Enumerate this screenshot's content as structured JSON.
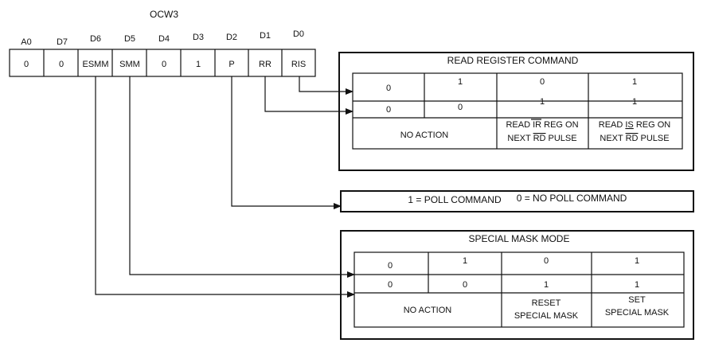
{
  "title": "OCW3",
  "register": {
    "headers": [
      "A0",
      "D7",
      "D6",
      "D5",
      "D4",
      "D3",
      "D2",
      "D1",
      "D0"
    ],
    "cells": [
      "0",
      "0",
      "ESMM",
      "SMM",
      "0",
      "1",
      "P",
      "RR",
      "RIS"
    ]
  },
  "read_register": {
    "title": "READ REGISTER COMMAND",
    "row1": [
      "0",
      "1",
      "0",
      "1"
    ],
    "row2": [
      "0",
      "0",
      "1",
      "1"
    ],
    "row3": {
      "no_action": "NO ACTION",
      "c3_line1": "READ IR REG ON",
      "c3_line2_pre": "NEXT ",
      "c3_line2_rd": "RD",
      "c3_line2_post": " PULSE",
      "c4_line1_pre": "READ ",
      "c4_line1_is": "IS",
      "c4_line1_post": " REG ON",
      "c4_line2_pre": "NEXT ",
      "c4_line2_rd": "RD",
      "c4_line2_post": " PULSE"
    }
  },
  "poll": {
    "text1": "1 = POLL COMMAND",
    "text2": "0 = NO POLL COMMAND"
  },
  "special_mask": {
    "title": "SPECIAL MASK MODE",
    "row1": [
      "0",
      "1",
      "0",
      "1"
    ],
    "row2": [
      "0",
      "0",
      "1",
      "1"
    ],
    "row3": {
      "no_action": "NO ACTION",
      "c3_line1": "RESET",
      "c3_line2": "SPECIAL MASK",
      "c4_line1": "SET",
      "c4_line2": "SPECIAL MASK"
    }
  }
}
